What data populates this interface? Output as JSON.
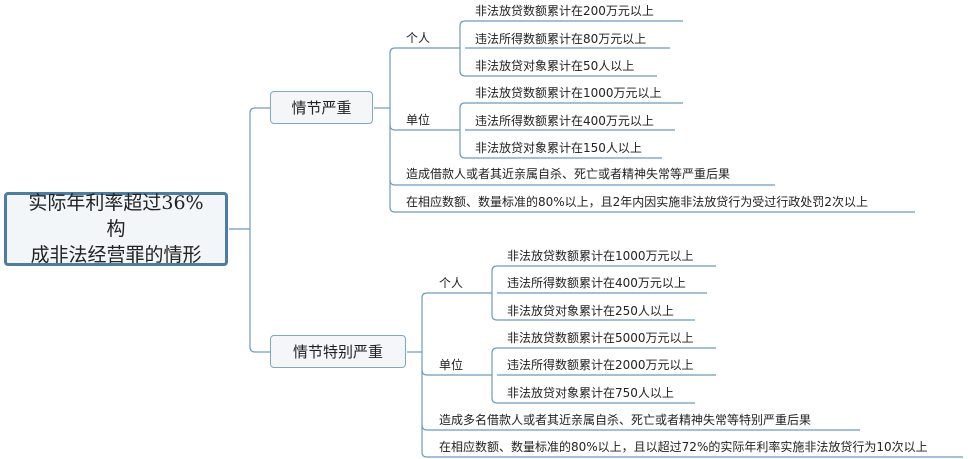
{
  "root": {
    "line1": "实际年利率超过36%构",
    "line2": "成非法经营罪的情形"
  },
  "branches": [
    {
      "label": "情节严重",
      "groups": [
        {
          "label": "个人",
          "items": [
            "非法放贷数额累计在200万元以上",
            "违法所得数额累计在80万元以上",
            "非法放贷对象累计在50人以上"
          ]
        },
        {
          "label": "单位",
          "items": [
            "非法放贷数额累计在1000万元以上",
            "违法所得数额累计在400万元以上",
            "非法放贷对象累计在150人以上"
          ]
        }
      ],
      "notes": [
        "造成借款人或者其近亲属自杀、死亡或者精神失常等严重后果",
        "在相应数额、数量标准的80%以上，且2年内因实施非法放贷行为受过行政处罚2次以上"
      ]
    },
    {
      "label": "情节特别严重",
      "groups": [
        {
          "label": "个人",
          "items": [
            "非法放贷数额累计在1000万元以上",
            "违法所得数额累计在400万元以上",
            "非法放贷对象累计在250人以上"
          ]
        },
        {
          "label": "单位",
          "items": [
            "非法放贷数额累计在5000万元以上",
            "违法所得数额累计在2000万元以上",
            "非法放贷对象累计在750人以上"
          ]
        }
      ],
      "notes": [
        "造成多名借款人或者其近亲属自杀、死亡或者精神失常等特别严重后果",
        "在相应数额、数量标准的80%以上，且以超过72%的实际年利率实施非法放贷行为10次以上"
      ]
    }
  ],
  "colors": {
    "connector": "#6b9bbd",
    "root_border": "#4a7fa3",
    "branch_border": "#7fa8c3",
    "node_fill": "#f4f6f8"
  }
}
